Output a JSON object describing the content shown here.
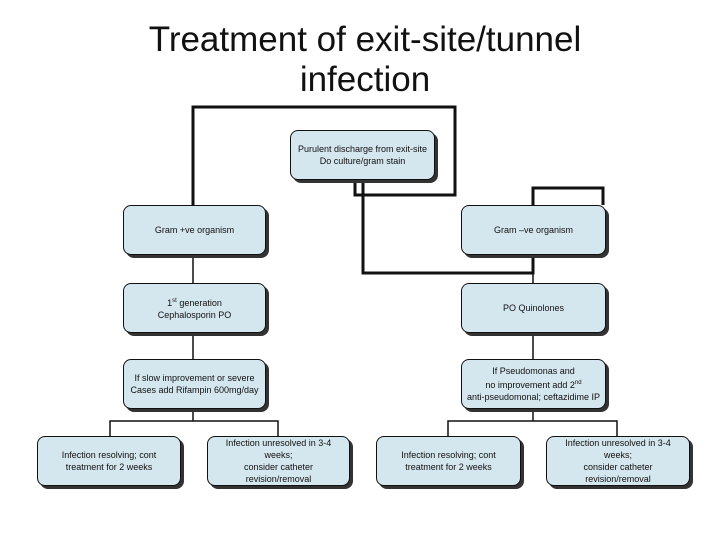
{
  "title_line1": "Treatment of exit-site/tunnel",
  "title_line2": "infection",
  "nodes": {
    "root": {
      "line1": "Purulent discharge from exit-site",
      "line2": "Do culture/gram stain"
    },
    "gram_pos": {
      "label": "Gram +ve organism"
    },
    "gram_neg": {
      "label": "Gram –ve organism"
    },
    "cephalosporin": {
      "line1a": "1",
      "line1sup": "st",
      "line1b": " generation",
      "line2": "Cephalosporin PO"
    },
    "quinolones": {
      "label": "PO Quinolones"
    },
    "rifampin": {
      "line1": "If slow improvement or severe",
      "line2": "Cases add Rifampin 600mg/day"
    },
    "pseudomonas": {
      "line1": "If Pseudomonas and",
      "line2a": "no improvement  add 2",
      "line2sup": "nd",
      "line3": "anti-pseudomonal; ceftazidime IP"
    },
    "left_resolving": {
      "line1": "Infection resolving; cont",
      "line2": "treatment for 2 weeks"
    },
    "left_unresolved": {
      "line1": "Infection unresolved in 3-4 weeks;",
      "line2": "consider catheter revision/removal"
    },
    "right_resolving": {
      "line1": "Infection resolving; cont",
      "line2": "treatment for 2 weeks"
    },
    "right_unresolved": {
      "line1": "Infection unresolved in 3-4 weeks;",
      "line2": "consider catheter revision/removal"
    }
  },
  "colors": {
    "box_fill": "#d4e6ee",
    "line": "#111111"
  }
}
